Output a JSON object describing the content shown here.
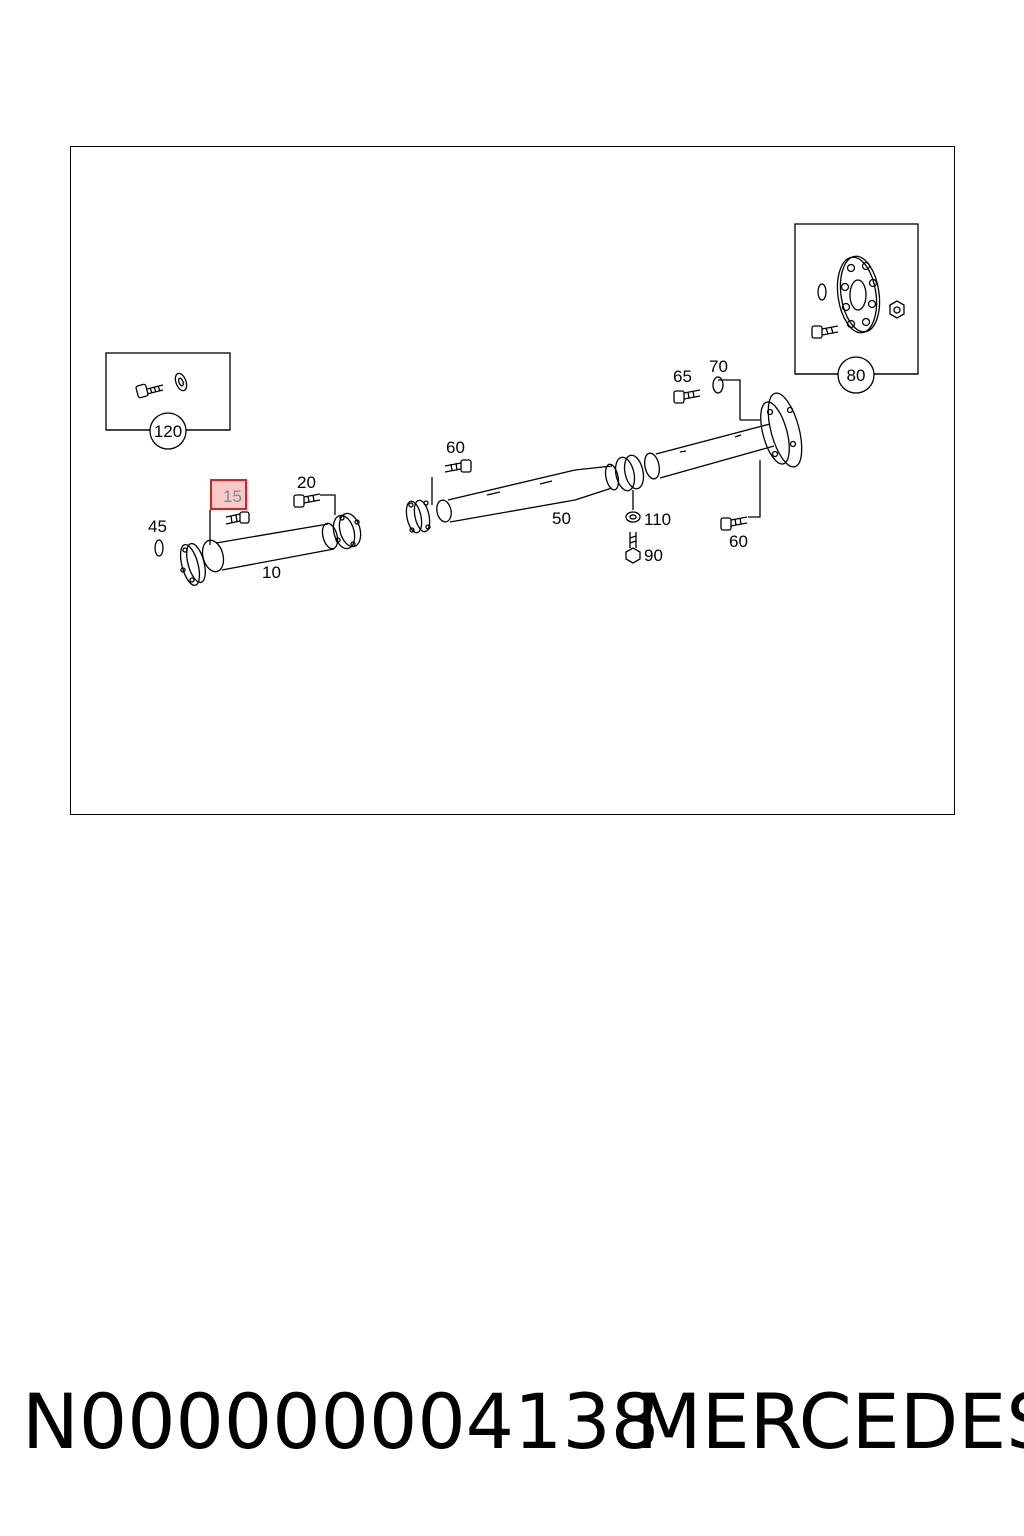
{
  "diagram": {
    "highlight_color": "#e02020",
    "highlight_fill": "#f7c9c9",
    "highlighted_part": "15",
    "parts": {
      "p10": "10",
      "p15": "15",
      "p20": "20",
      "p45": "45",
      "p50": "50",
      "p60a": "60",
      "p60b": "60",
      "p65": "65",
      "p70": "70",
      "p90": "90",
      "p110": "110"
    },
    "callouts": {
      "c80": "80",
      "c120": "120"
    }
  },
  "footer": {
    "part_number": "N000000004138",
    "brand": "MERCEDES"
  }
}
